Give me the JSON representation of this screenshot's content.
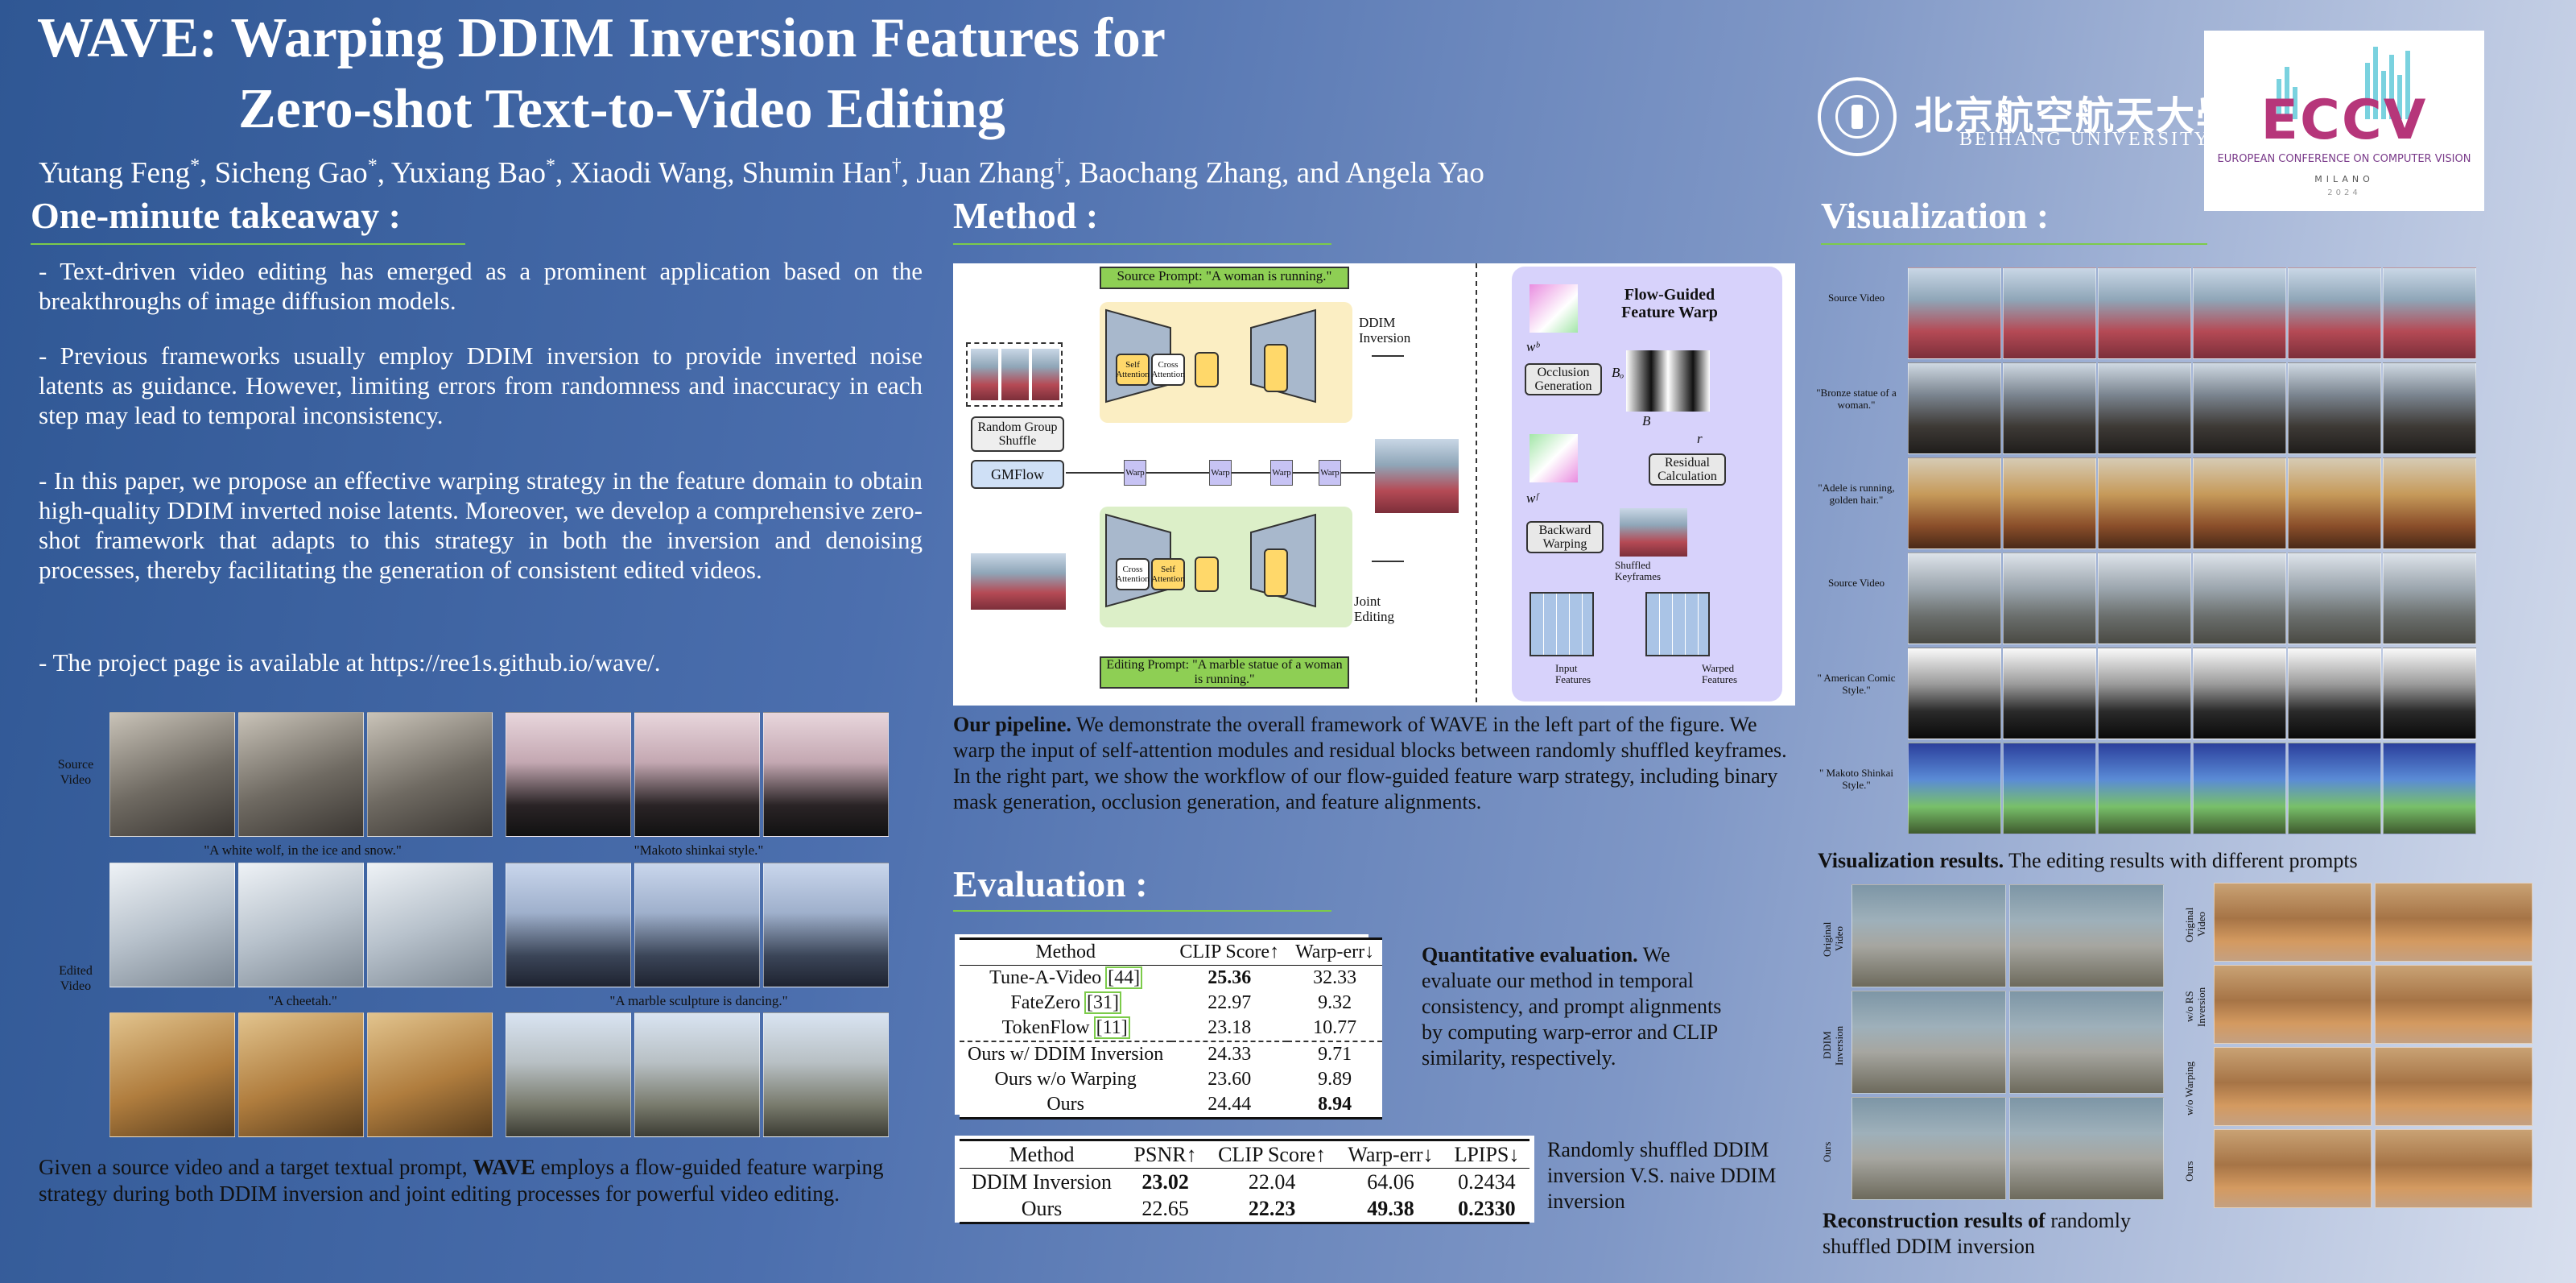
{
  "header": {
    "title_line1": "WAVE: Warping DDIM Inversion Features for",
    "title_line2": "Zero-shot Text-to-Video Editing",
    "authors": [
      {
        "name": "Yutang Feng",
        "mark": "*"
      },
      {
        "name": "Sicheng Gao",
        "mark": "*"
      },
      {
        "name": "Yuxiang Bao",
        "mark": "*"
      },
      {
        "name": "Xiaodi Wang",
        "mark": ""
      },
      {
        "name": "Shumin Han",
        "mark": "†"
      },
      {
        "name": "Juan Zhang",
        "mark": "†"
      },
      {
        "name": "Baochang Zhang",
        "mark": ""
      },
      {
        "name": "and Angela Yao",
        "mark": ""
      }
    ],
    "beihang_cn": "北京航空航天大學",
    "beihang_en": "BEIHANG UNIVERSITY",
    "eccv_logo": "ECCV",
    "eccv_sub": "EUROPEAN CONFERENCE ON COMPUTER VISION",
    "eccv_city": "MILANO",
    "eccv_year": "2024"
  },
  "takeaway": {
    "heading": "One-minute takeaway :",
    "paragraphs": [
      "- Text-driven video editing has emerged as a prominent application based on the breakthroughs of image diffusion models.",
      "- Previous frameworks usually employ DDIM inversion to provide inverted noise latents as guidance. However, limiting errors from randomness and inaccuracy in each step may lead to temporal inconsistency.",
      "- In this paper, we propose an effective warping strategy in the feature domain to obtain high-quality DDIM inverted noise latents. Moreover, we develop a comprehensive zero-shot framework that adapts to this strategy in both the inversion and denoising processes, thereby facilitating the generation of consistent edited videos.",
      "- The project page is available at https://ree1s.github.io/wave/."
    ],
    "teaser": {
      "row_label_source": "Source Video",
      "row_label_edited": "Edited Video",
      "prompts": [
        "\"A white wolf, in the ice and snow.\"",
        "\"Makoto shinkai style.\"",
        "\"A cheetah.\"",
        "\"A marble sculpture is dancing.\""
      ]
    },
    "caption_pre": "Given a source video and a target textual prompt, ",
    "caption_bold": "WAVE",
    "caption_post": " employs a flow-guided feature warping strategy during both DDIM inversion and joint editing processes for powerful video editing."
  },
  "method": {
    "heading": "Method :",
    "diagram": {
      "source_prompt": "Source Prompt: \"A woman is running.\"",
      "editing_prompt": "Editing Prompt: \"A marble statue of a woman is running.\"",
      "random_group_shuffle": "Random Group Shuffle",
      "gmflow": "GMFlow",
      "ddim_inversion": "DDIM Inversion",
      "joint_editing": "Joint Editing",
      "self_attention": "Self Attention",
      "cross_attention": "Cross Attention",
      "warp": "Warp",
      "flow_title": "Flow-Guided Feature Warp",
      "wb": "wᵇ",
      "wf": "wᶠ",
      "bo": "Bₒ",
      "b": "B",
      "r": "r",
      "occlusion": "Occlusion Generation",
      "residual": "Residual Calculation",
      "backward": "Backward Warping",
      "shuffled": "Shuffled Keyframes",
      "input_features": "Input Features",
      "warped_features": "Warped Features"
    },
    "caption_bold": "Our pipeline.",
    "caption": " We demonstrate the overall framework of WAVE in the left part of the figure. We warp the input of self-attention modules and residual blocks between randomly shuffled keyframes. In the right part, we show the workflow of our flow-guided feature warp strategy, including binary mask generation, occlusion generation, and feature alignments."
  },
  "evaluation": {
    "heading": "Evaluation :",
    "table1": {
      "headers": [
        "Method",
        "CLIP Score↑",
        "Warp-err↓"
      ],
      "rows": [
        {
          "method": "Tune-A-Video ",
          "cite": "[44]",
          "clip": "25.36",
          "warp": "32.33"
        },
        {
          "method": "FateZero ",
          "cite": "[31]",
          "clip": "22.97",
          "warp": "9.32"
        },
        {
          "method": "TokenFlow ",
          "cite": "[11]",
          "clip": "23.18",
          "warp": "10.77"
        },
        {
          "method": "Ours w/ DDIM Inversion",
          "cite": "",
          "clip": "24.33",
          "warp": "9.71"
        },
        {
          "method": "Ours w/o Warping",
          "cite": "",
          "clip": "23.60",
          "warp": "9.89"
        },
        {
          "method": "Ours",
          "cite": "",
          "clip": "24.44",
          "warp": "8.94"
        }
      ]
    },
    "table1_caption_bold": "Quantitative evaluation.",
    "table1_caption": " We evaluate our method in temporal consistency, and prompt alignments by computing warp-error and CLIP similarity, respectively.",
    "table2": {
      "headers": [
        "Method",
        "PSNR↑",
        "CLIP Score↑",
        "Warp-err↓",
        "LPIPS↓"
      ],
      "rows": [
        {
          "method": "DDIM Inversion",
          "psnr": "23.02",
          "clip": "22.04",
          "warp": "64.06",
          "lpips": "0.2434"
        },
        {
          "method": "Ours",
          "psnr": "22.65",
          "clip": "22.23",
          "warp": "49.38",
          "lpips": "0.2330"
        }
      ]
    },
    "table2_caption": "Randomly shuffled DDIM inversion V.S. naive DDIM inversion"
  },
  "visualization": {
    "heading": "Visualization :",
    "row_labels": [
      "Source Video",
      "\"Bronze statue of a woman.\"",
      "\"Adele is running, golden hair.\"",
      "Source Video",
      "\" American Comic Style.\"",
      "\" Makoto Shinkai Style.\""
    ],
    "caption_bold": "Visualization results.",
    "caption": " The editing results with different prompts",
    "recon_labels_left": [
      "Original Video",
      "DDIM Inversion",
      "Ours"
    ],
    "recon_labels_right": [
      "Original Video",
      "w/o RS Inversion",
      "w/o Warping",
      "Ours"
    ],
    "recon_caption_bold": "Reconstruction results of",
    "recon_caption": " randomly shuffled DDIM inversion"
  },
  "colors": {
    "accent_rule": "#7ccb4a",
    "background_left": "#2f5794",
    "background_right": "#d8dfee"
  }
}
